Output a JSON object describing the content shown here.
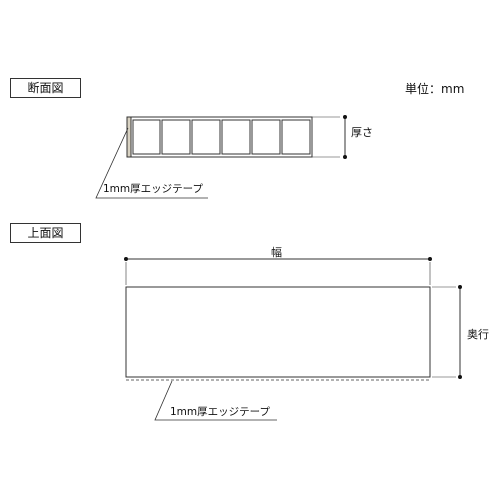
{
  "section_cross": {
    "label": "断面図"
  },
  "section_top": {
    "label": "上面図"
  },
  "unit": {
    "text": "単位：mm"
  },
  "dimensions": {
    "thickness": "厚さ",
    "width": "幅",
    "depth": "奥行"
  },
  "callouts": {
    "edge_tape_cross": "1mm厚エッジテープ",
    "edge_tape_top": "1mm厚エッジテープ"
  },
  "colors": {
    "line": "#333333",
    "tape_fill": "#d8d2c2",
    "dashed": "#666666"
  }
}
